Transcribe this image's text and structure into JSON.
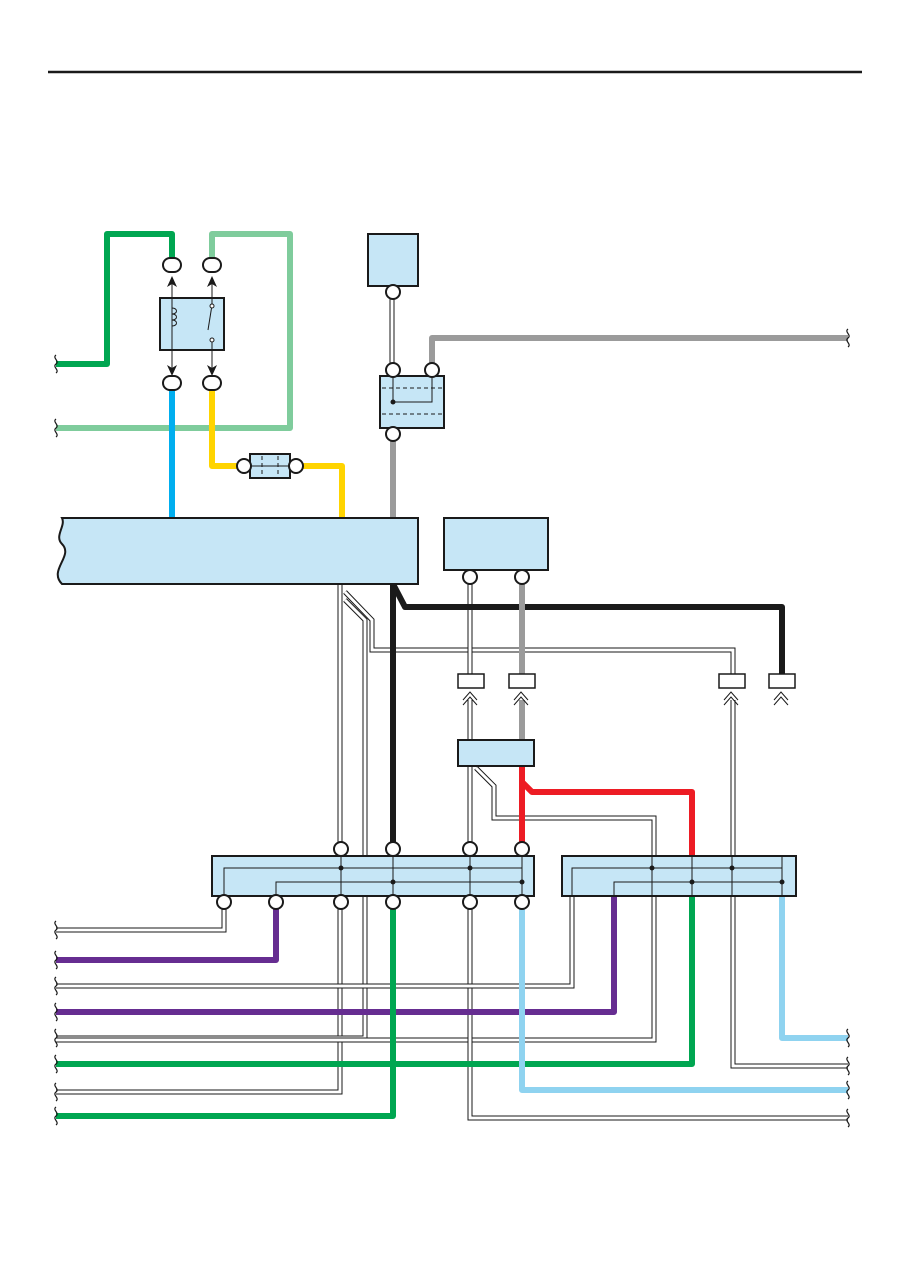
{
  "page": {
    "header_rule_color": "#1a1a1a",
    "background": "#ffffff"
  },
  "colors": {
    "component_fill": "#c6e6f6",
    "outline": "#1a1a1a",
    "double_wire": "#ffffff"
  },
  "wires": [
    {
      "id": "green-relay-coil-feed",
      "color": "#00a651"
    },
    {
      "id": "lightgreen-relay-switch-feed",
      "color": "#7fcc9c"
    },
    {
      "id": "blue-relay-output",
      "color": "#00aeef"
    },
    {
      "id": "yellow-relay-to-fuse",
      "color": "#ffd400"
    },
    {
      "id": "gray-top-right-feed",
      "color": "#9b9b9b"
    },
    {
      "id": "gray-fuse-to-ecu",
      "color": "#9b9b9b"
    },
    {
      "id": "black-ecu-to-right",
      "color": "#1a1a1a"
    },
    {
      "id": "black-ecu-down",
      "color": "#1a1a1a"
    },
    {
      "id": "gray-module-down",
      "color": "#9b9b9b"
    },
    {
      "id": "red-junction-to-right-block",
      "color": "#ed1c24"
    },
    {
      "id": "purple-left-block-out",
      "color": "#662d91"
    },
    {
      "id": "purple-right-block-out",
      "color": "#662d91"
    },
    {
      "id": "green-left-block-out",
      "color": "#00a651"
    },
    {
      "id": "green-right-block-out",
      "color": "#00a651"
    },
    {
      "id": "lightblue-left-block-out",
      "color": "#8fd3f0"
    },
    {
      "id": "lightblue-right-block-out",
      "color": "#8fd3f0"
    }
  ],
  "components": [
    {
      "id": "relay",
      "icon": "relay-coil-switch-icon"
    },
    {
      "id": "top-module",
      "icon": "module-box-icon"
    },
    {
      "id": "fuse-block",
      "icon": "fuse-icon"
    },
    {
      "id": "inline-connector",
      "icon": "inline-connector-icon"
    },
    {
      "id": "main-ecu",
      "icon": "ecu-box-icon"
    },
    {
      "id": "side-module",
      "icon": "module-box-icon"
    },
    {
      "id": "junction-module",
      "icon": "junction-icon"
    },
    {
      "id": "left-connector-block",
      "icon": "connector-block-icon"
    },
    {
      "id": "right-connector-block",
      "icon": "connector-block-icon"
    }
  ]
}
